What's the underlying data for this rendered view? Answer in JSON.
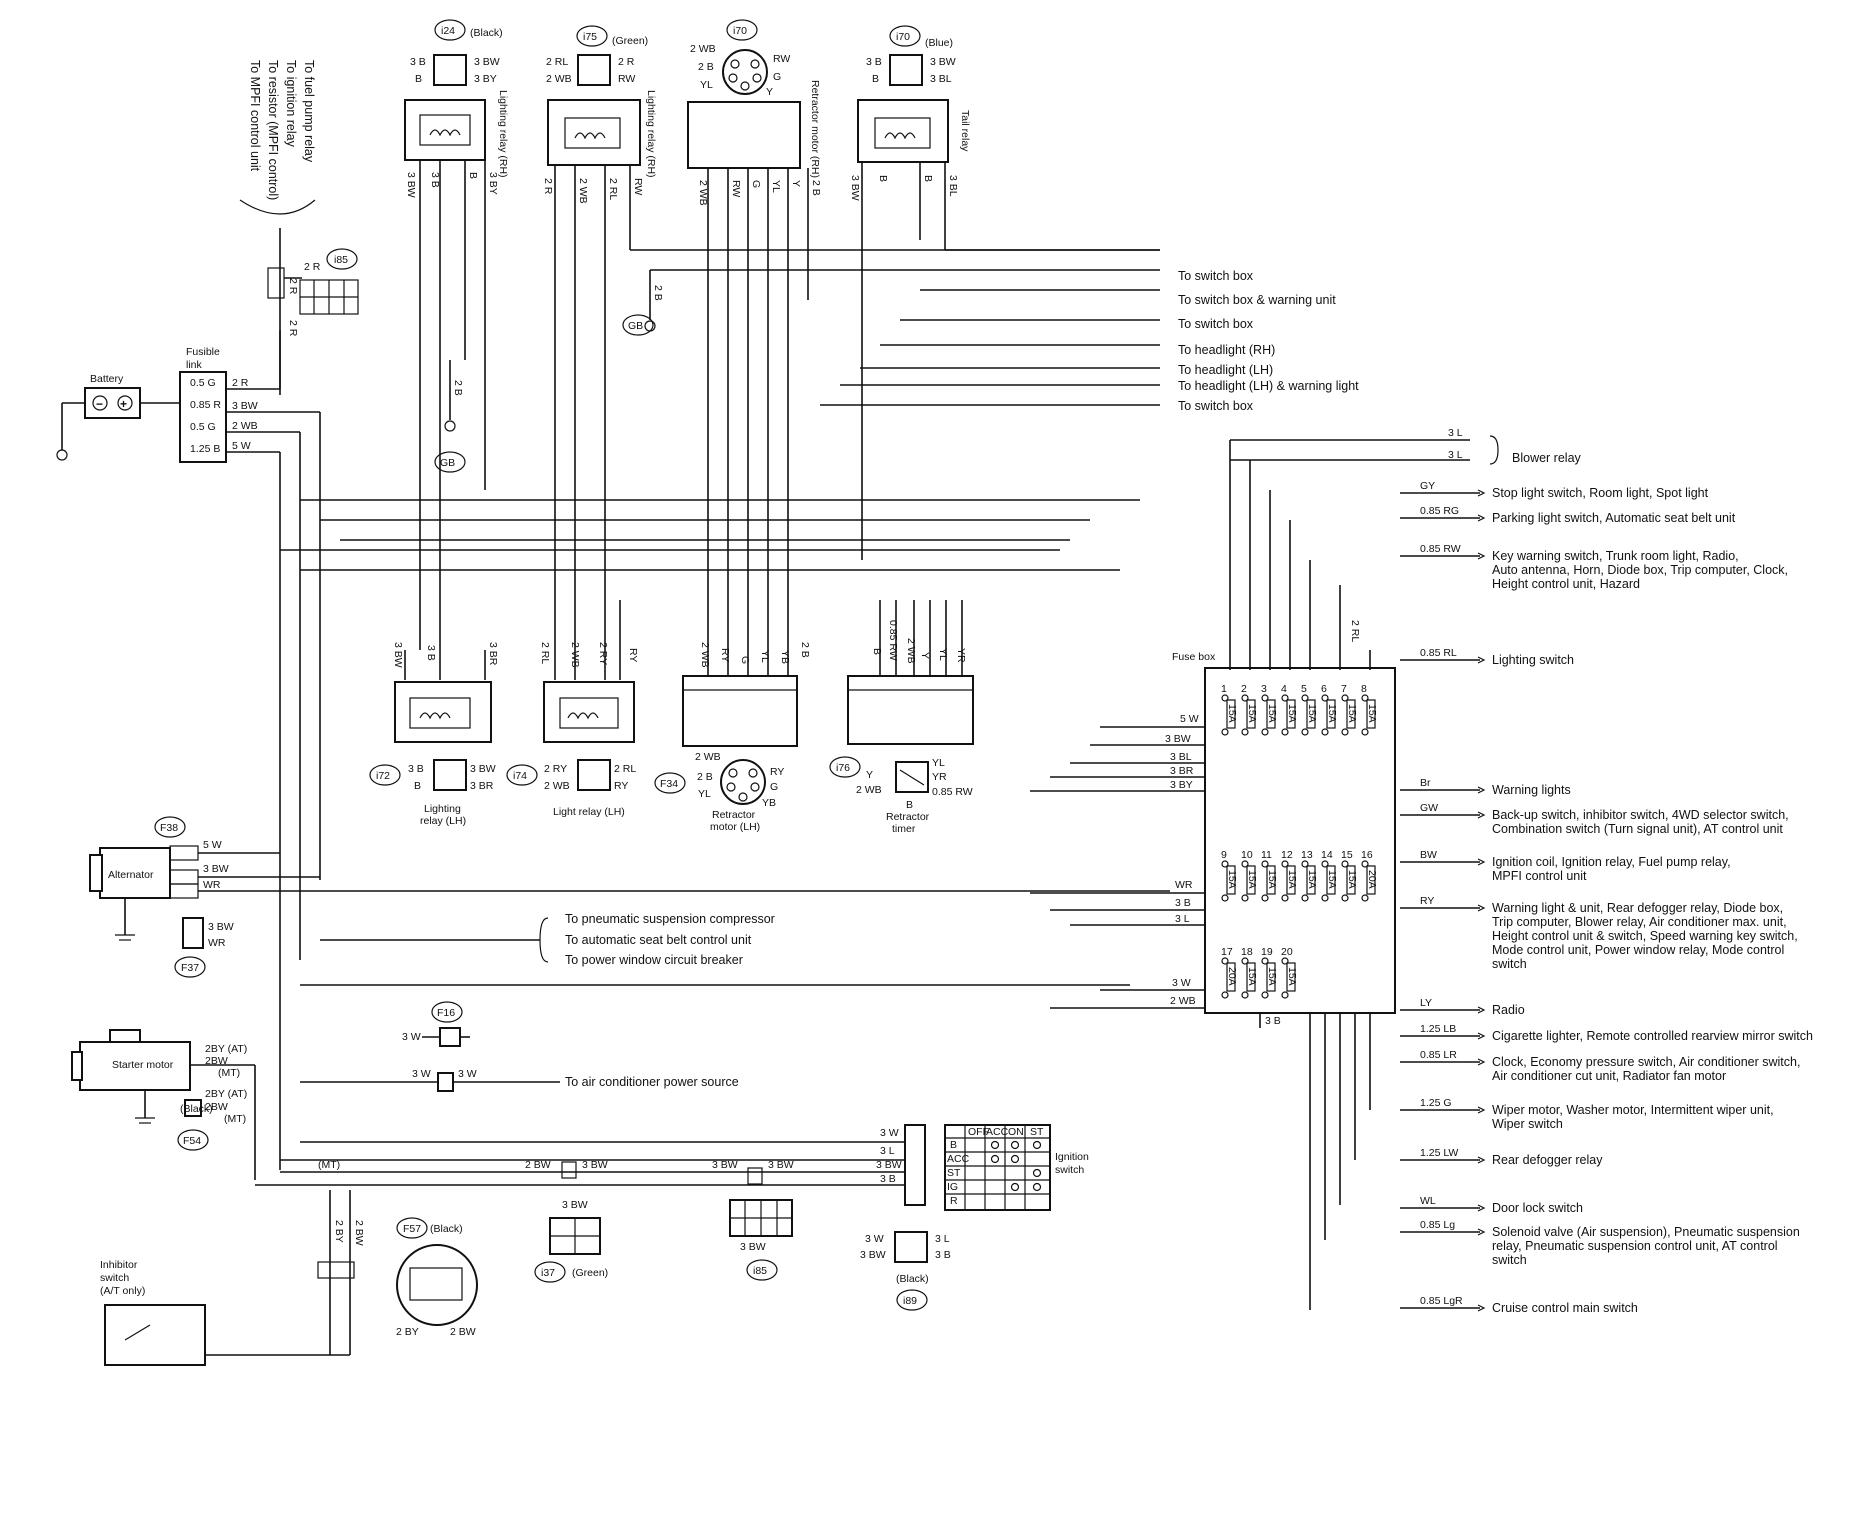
{
  "top_left_labels": [
    "To fuel pump relay",
    "To ignition relay",
    "To resistor (MPFI control)",
    "To MPFI control unit"
  ],
  "fusible_link": {
    "title_line1": "Fusible",
    "title_line2": "link",
    "fuses": [
      "0.5 G",
      "0.85 R",
      "0.5 G",
      "1.25 B"
    ],
    "wires": [
      "2 R",
      "3 BW",
      "2 WB",
      "5 W"
    ]
  },
  "battery": {
    "label": "Battery",
    "minus": "−",
    "plus": "+"
  },
  "i85_top": {
    "id": "i85",
    "wire": "2 R",
    "wire2": "2 R",
    "wire3": "2 R"
  },
  "top_connectors": [
    {
      "id": "i24",
      "note": "(Black)",
      "pins_left": [
        "3 B",
        "B"
      ],
      "pins_right": [
        "3 BW",
        "3 BY"
      ],
      "relay": "Lighting relay (RH)",
      "wires": [
        "3 BW",
        "3 B",
        "B",
        "3 BY"
      ]
    },
    {
      "id": "i75",
      "note": "(Green)",
      "pins_left": [
        "2 RL",
        "2 WB"
      ],
      "pins_right": [
        "2 R",
        "RW"
      ],
      "relay": "Lighting relay (RH)",
      "wires": [
        "2 R",
        "2 WB",
        "2 RL",
        "RW"
      ]
    },
    {
      "id": "i70",
      "note": "",
      "pins_left": [
        "2 WB",
        "2 B",
        "YL"
      ],
      "pins_right": [
        "RW",
        "G",
        "Y"
      ],
      "relay": "Retractor motor (RH)",
      "wires": [
        "2 WB",
        "RW",
        "G",
        "YL",
        "Y",
        "2 B"
      ]
    },
    {
      "id": "i70",
      "note": "(Blue)",
      "pins_left": [
        "3 B",
        "B"
      ],
      "pins_right": [
        "3 BW",
        "3 BL"
      ],
      "relay": "Tail relay",
      "wires": [
        "3 BW",
        "B",
        "B",
        "3 BL"
      ]
    }
  ],
  "gb_ground": {
    "id": "GB",
    "wire": "2 B"
  },
  "gb_ground2": {
    "id": "GB",
    "wire": "2 B"
  },
  "right_top_dests": [
    "To switch box",
    "To switch box & warning unit",
    "To switch box",
    "To headlight (RH)",
    "To headlight (LH)",
    "To headlight (LH) & warning light",
    "To switch box"
  ],
  "blower": {
    "wires": [
      "3 L",
      "3 L"
    ],
    "label": "Blower relay"
  },
  "right_dests": [
    {
      "wire": "GY",
      "lines": [
        "Stop light switch, Room light, Spot light"
      ]
    },
    {
      "wire": "0.85 RG",
      "lines": [
        "Parking light switch, Automatic seat belt unit"
      ]
    },
    {
      "wire": "0.85 RW",
      "lines": [
        "Key warning switch, Trunk room light, Radio,",
        "Auto antenna, Horn, Diode box, Trip computer, Clock,",
        "Height control unit, Hazard"
      ]
    },
    {
      "wire": "0.85 RL",
      "lines": [
        "Lighting switch"
      ]
    },
    {
      "wire": "Br",
      "lines": [
        "Warning lights"
      ]
    },
    {
      "wire": "GW",
      "lines": [
        "Back-up switch, inhibitor switch, 4WD selector switch,",
        "Combination switch (Turn signal unit), AT control unit"
      ]
    },
    {
      "wire": "BW",
      "lines": [
        "Ignition coil, Ignition relay, Fuel pump relay,",
        "MPFI control unit"
      ]
    },
    {
      "wire": "RY",
      "lines": [
        "Warning light & unit, Rear defogger relay, Diode box,",
        "Trip computer, Blower relay, Air conditioner max. unit,",
        "Height control unit & switch, Speed warning key switch,",
        "Mode control unit, Power window relay, Mode control",
        "switch"
      ]
    },
    {
      "wire": "LY",
      "lines": [
        "Radio"
      ]
    },
    {
      "wire": "1.25 LB",
      "lines": [
        "Cigarette lighter, Remote controlled rearview mirror switch"
      ]
    },
    {
      "wire": "0.85 LR",
      "lines": [
        "Clock, Economy pressure switch, Air conditioner switch,",
        "Air conditioner cut unit, Radiator fan motor"
      ]
    },
    {
      "wire": "1.25 G",
      "lines": [
        "Wiper motor, Washer motor, Intermittent wiper unit,",
        "Wiper switch"
      ]
    },
    {
      "wire": "1.25 LW",
      "lines": [
        "Rear defogger relay"
      ]
    },
    {
      "wire": "WL",
      "lines": [
        "Door lock switch"
      ]
    },
    {
      "wire": "0.85 Lg",
      "lines": [
        "Solenoid valve (Air suspension), Pneumatic suspension",
        "relay, Pneumatic suspension control unit, AT control",
        "switch"
      ]
    },
    {
      "wire": "0.85 LgR",
      "lines": [
        "Cruise control main switch"
      ]
    }
  ],
  "fuse_box": {
    "title": "Fuse box",
    "row1": [
      {
        "n": "1",
        "a": "15A"
      },
      {
        "n": "2",
        "a": "15A"
      },
      {
        "n": "3",
        "a": "15A"
      },
      {
        "n": "4",
        "a": "15A"
      },
      {
        "n": "5",
        "a": "15A"
      },
      {
        "n": "6",
        "a": "15A"
      },
      {
        "n": "7",
        "a": "15A"
      },
      {
        "n": "8",
        "a": "15A"
      }
    ],
    "row2": [
      {
        "n": "9",
        "a": "15A"
      },
      {
        "n": "10",
        "a": "15A"
      },
      {
        "n": "11",
        "a": "15A"
      },
      {
        "n": "12",
        "a": "15A"
      },
      {
        "n": "13",
        "a": "15A"
      },
      {
        "n": "14",
        "a": "15A"
      },
      {
        "n": "15",
        "a": "15A"
      },
      {
        "n": "16",
        "a": "20A"
      }
    ],
    "row3": [
      {
        "n": "17",
        "a": "20A"
      },
      {
        "n": "18",
        "a": "15A"
      },
      {
        "n": "19",
        "a": "15A"
      },
      {
        "n": "20",
        "a": "15A"
      }
    ],
    "inputs": [
      "5 W",
      "3 BW",
      "3 BL",
      "3 BR",
      "3 BY",
      "WR",
      "3 B",
      "3 L",
      "3 W",
      "2 WB",
      "3 B"
    ],
    "wire_2rl": "2 RL"
  },
  "bottom_relays": [
    {
      "id": "i72",
      "label_line1": "Lighting",
      "label_line2": "relay (LH)",
      "wires": [
        "3 BW",
        "3 B",
        "3 BR"
      ],
      "pins_left": [
        "3 B",
        "B"
      ],
      "pins_right": [
        "3 BW",
        "3 BR"
      ]
    },
    {
      "id": "i74",
      "label_line1": "Light relay (LH)",
      "label_line2": "",
      "wires": [
        "2 RL",
        "2 WB",
        "2 RY",
        "RY"
      ],
      "pins_left": [
        "2 RY",
        "2 WB"
      ],
      "pins_right": [
        "2 RL",
        "RY"
      ]
    },
    {
      "id": "F34",
      "label_line1": "Retractor",
      "label_line2": "motor (LH)",
      "wires": [
        "2 WB",
        "RY",
        "G",
        "YL",
        "YB",
        "2 B"
      ],
      "pins_left": [
        "2 WB",
        "2 B",
        "YL"
      ],
      "pins_right": [
        "RY",
        "G",
        "YB"
      ]
    },
    {
      "id": "i76",
      "label_line1": "Retractor",
      "label_line2": "timer",
      "wires": [
        "B",
        "0.85 RW",
        "2 WB",
        "Y",
        "YL",
        "YR"
      ],
      "pins_left": [
        "Y",
        "2 WB"
      ],
      "pins_right": [
        "YL",
        "YR",
        "0.85 RW"
      ],
      "pin_bottom": "B"
    }
  ],
  "alternator": {
    "id": "F38",
    "label": "Alternator",
    "wires": [
      "5 W",
      "3 BW",
      "WR"
    ],
    "conn_id": "F37",
    "conn_pins": [
      "3 BW",
      "WR"
    ]
  },
  "pneumatic_dests": [
    "To pneumatic suspension compressor",
    "To automatic seat belt control unit",
    "To power window circuit breaker"
  ],
  "f16": {
    "id": "F16",
    "wire": "3 W"
  },
  "ac": {
    "wire_left": "3 W",
    "wire_right": "3 W",
    "label": "To air conditioner power source"
  },
  "starter": {
    "label": "Starter motor",
    "wires": [
      "2BY (AT)",
      "2BW",
      "(MT)",
      "2BY (AT)",
      "2BW",
      "(MT)"
    ],
    "note": "(Black)",
    "id": "F54"
  },
  "ignition": {
    "label_line1": "Ignition",
    "label_line2": "switch",
    "headers": [
      "OFF",
      "ACC",
      "ON",
      "ST"
    ],
    "terminals": [
      "B",
      "ACC",
      "ST",
      "IG",
      "R"
    ],
    "wires": [
      "3 W",
      "3 L",
      "3 BW",
      "3 B"
    ],
    "mt": "(MT)",
    "wire_2bw": "2 BW",
    "wire_3bw": "3 BW",
    "wire_3bw2": "3 BW",
    "wire_3bw3": "3 BW"
  },
  "i37": {
    "id": "i37",
    "note": "(Green)",
    "wire": "3 BW"
  },
  "i85_bottom": {
    "id": "i85",
    "wire": "3 BW"
  },
  "i89": {
    "id": "i89",
    "note": "(Black)",
    "pins_left": [
      "3 W",
      "3 BW"
    ],
    "pins_right": [
      "3 L",
      "3 B"
    ]
  },
  "inhibitor": {
    "label_line1": "Inhibitor",
    "label_line2": "switch",
    "label_line3": "(A/T only)",
    "wires": [
      "2 BY",
      "2 BW"
    ]
  },
  "f57": {
    "id": "F57",
    "note": "(Black)",
    "pins": [
      "2 BY",
      "2 BW"
    ]
  }
}
